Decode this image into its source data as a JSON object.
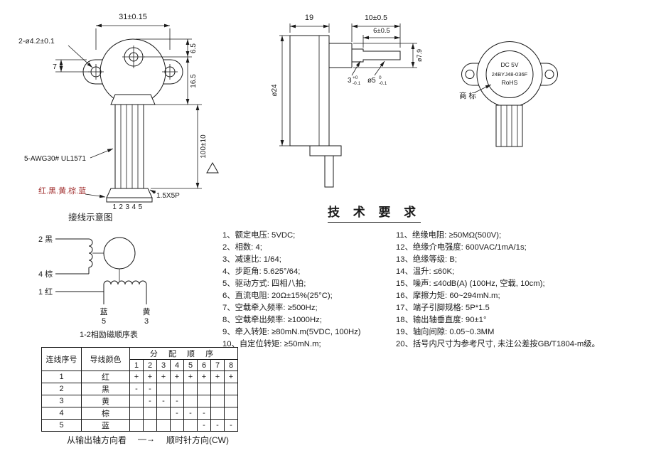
{
  "colors": {
    "ink": "#1a1a1a",
    "wire_label": "#a33333",
    "background": "#ffffff"
  },
  "front_view": {
    "dim_top_width": "31±0.15",
    "dim_mount_holes": "2-ø4.2±0.1",
    "dim_left": "7",
    "dim_right_upper": "6.5",
    "dim_right_lower": "16.5",
    "dim_lead_length": "100±10",
    "lead_spec": "5-AWG30# UL1571",
    "lead_colors": "红.黑.黄.棕.蓝",
    "pin_numbers": "12345",
    "connector_spec": "1.5X5P"
  },
  "side_view": {
    "dim_body_depth": "19",
    "dim_shaft_length": "10±0.5",
    "dim_flat_length": "6±0.5",
    "dim_body_dia": "ø24",
    "dim_flat_width": "3",
    "dim_flat_tol_upper": "+0",
    "dim_flat_tol_lower": "-0.1",
    "dim_shaft_dia": "ø5",
    "dim_shaft_tol_upper": "0",
    "dim_shaft_tol_lower": "-0.1",
    "dim_boss_dia": "ø7.9"
  },
  "back_view": {
    "label_line1": "DC 5V",
    "label_line2": "24BYJ48-036F",
    "label_line3": "RoHS",
    "trademark_note": "商 标"
  },
  "wiring_diagram": {
    "title": "接线示意图",
    "terminal_2": "2 黑",
    "terminal_4": "4 棕",
    "terminal_1": "1 红",
    "terminal_5_color": "蓝",
    "terminal_5_num": "5",
    "terminal_3_color": "黄",
    "terminal_3_num": "3",
    "caption": "1-2相励磁顺序表"
  },
  "tech_requirements": {
    "title": "技 术 要 求",
    "left": [
      "1、额定电压: 5VDC;",
      "2、相数: 4;",
      "3、减速比: 1/64;",
      "4、步距角: 5.625°/64;",
      "5、驱动方式: 四相八拍;",
      "6、直流电阻: 20Ω±15%(25°C);",
      "7、空载牵入频率: ≥500Hz;",
      "8、空载牵出频率: ≥1000Hz;",
      "9、牵入转矩: ≥80mN.m(5VDC, 100Hz)",
      "10、自定位转矩: ≥50mN.m;"
    ],
    "right": [
      "11、绝缘电阻: ≥50MΩ(500V);",
      "12、绝缘介电强度: 600VAC/1mA/1s;",
      "13、绝缘等级: B;",
      "14、温升: ≤60K;",
      "15、噪声: ≤40dB(A) (100Hz, 空载, 10cm);",
      "16、摩擦力矩: 60~294mN.m;",
      "17、端子引脚规格: 5P*1.5",
      "18、输出轴垂直度: 90±1°",
      "19、轴向间隙: 0.05~0.3MM",
      "20、括号内尺寸为参考尺寸, 未注公差按GB/T1804-m级。"
    ]
  },
  "sequence_table": {
    "col_wire_no": "连线序号",
    "col_wire_color": "导线颜色",
    "col_order": "分 配 顺 序",
    "steps": [
      "1",
      "2",
      "3",
      "4",
      "5",
      "6",
      "7",
      "8"
    ],
    "rows": [
      {
        "no": "1",
        "color": "红",
        "cells": [
          "+",
          "+",
          "+",
          "+",
          "+",
          "+",
          "+",
          "+"
        ]
      },
      {
        "no": "2",
        "color": "黑",
        "cells": [
          "-",
          "-",
          "",
          "",
          "",
          "",
          "",
          ""
        ]
      },
      {
        "no": "3",
        "color": "黄",
        "cells": [
          "",
          "-",
          "-",
          "-",
          "",
          "",
          "",
          ""
        ]
      },
      {
        "no": "4",
        "color": "棕",
        "cells": [
          "",
          "",
          "",
          "-",
          "-",
          "-",
          "",
          ""
        ]
      },
      {
        "no": "5",
        "color": "蓝",
        "cells": [
          "",
          "",
          "",
          "",
          "",
          "-",
          "-",
          "-"
        ]
      }
    ]
  },
  "footer": {
    "view_note": "从输出轴方向看",
    "arrow": "—→",
    "direction_note": "顺时针方向(CW)"
  }
}
